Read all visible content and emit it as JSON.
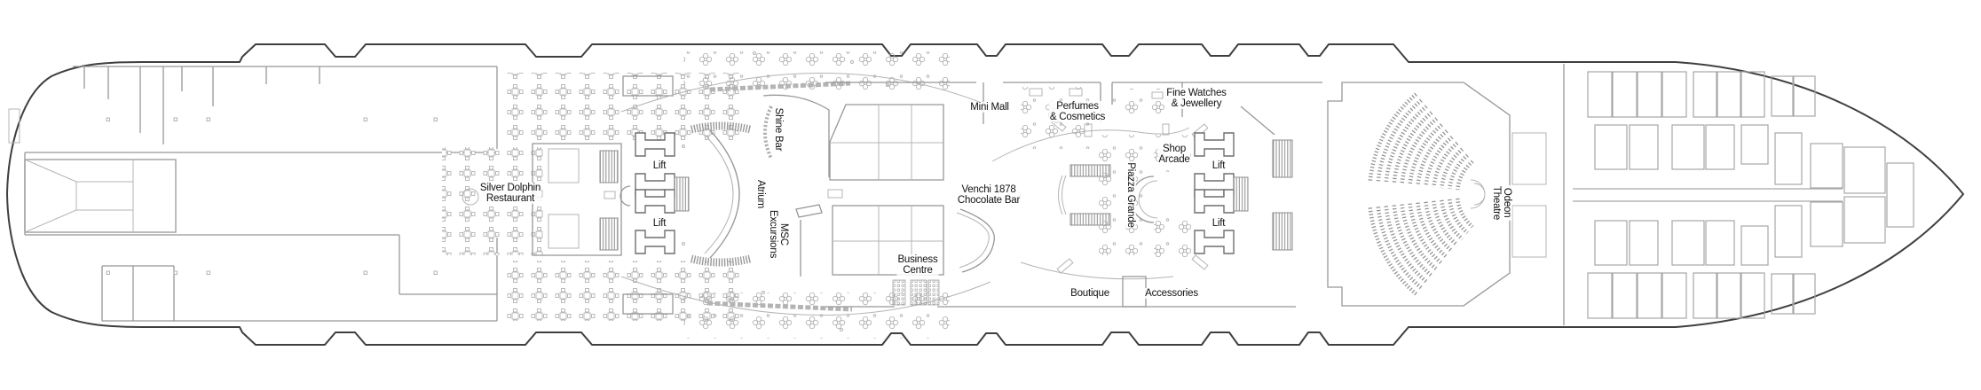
{
  "colors": {
    "hull": "#3f3f3f",
    "wall": "#979797",
    "furniture": "#b4b4b4",
    "cabin": "#a6a6a6",
    "seats": "#8f8f8f",
    "text": "#111111",
    "background": "#ffffff"
  },
  "labels": {
    "silver_dolphin_restaurant": "Silver Dolphin\nRestaurant",
    "lift": "Lift",
    "shine_bar": "Shine Bar",
    "atrium": "Atrium",
    "msc_excursions": "MSC\nExcursions",
    "mini_mall": "Mini Mall",
    "perfumes_cosmetics": "Perfumes\n& Cosmetics",
    "venchi_chocolate_bar": "Venchi 1878\nChocolate Bar",
    "business_centre": "Business\nCentre",
    "fine_watches_jewellery": "Fine Watches\n& Jewellery",
    "shop_arcade": "Shop\nArcade",
    "piazza_grande": "Piazza Grande",
    "boutique": "Boutique",
    "accessories": "Accessories",
    "odeon_theatre": "Odeon\nTheatre"
  }
}
